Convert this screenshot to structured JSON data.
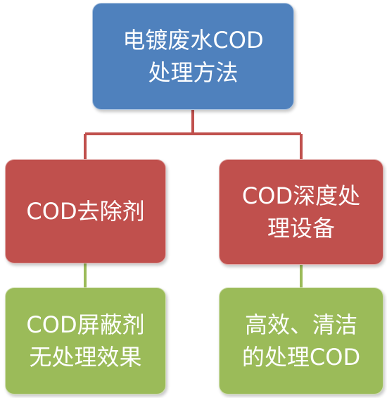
{
  "diagram": {
    "root": {
      "lines": [
        "电镀废水COD",
        "处理方法"
      ],
      "color": "#4f81bd"
    },
    "branches": [
      {
        "lines": [
          "COD去除剂"
        ],
        "color": "#c0504d",
        "child": {
          "lines": [
            "COD屏蔽剂",
            "无处理效果"
          ],
          "color": "#9bbb59"
        }
      },
      {
        "lines": [
          "COD深度处",
          "理设备"
        ],
        "color": "#c0504d",
        "child": {
          "lines": [
            "高效、清洁",
            "的处理COD"
          ],
          "color": "#9bbb59"
        }
      }
    ],
    "connector_colors": {
      "root_to_branch": "#c0504d",
      "branch_to_leaf": "#9bbb59"
    }
  }
}
